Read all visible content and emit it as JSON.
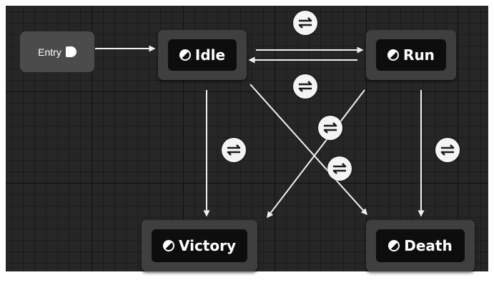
{
  "entry": {
    "label": "Entry",
    "icon": "entry-pin-icon"
  },
  "states": {
    "idle": {
      "label": "Idle",
      "icon": "state-icon"
    },
    "run": {
      "label": "Run",
      "icon": "state-icon"
    },
    "victory": {
      "label": "Victory",
      "icon": "state-icon"
    },
    "death": {
      "label": "Death",
      "icon": "state-icon"
    }
  },
  "transitions": [
    {
      "from": "Entry",
      "to": "Idle"
    },
    {
      "from": "Idle",
      "to": "Run",
      "icon": "transition-rule-icon"
    },
    {
      "from": "Run",
      "to": "Idle",
      "icon": "transition-rule-icon"
    },
    {
      "from": "Idle",
      "to": "Victory",
      "icon": "transition-rule-icon"
    },
    {
      "from": "Idle",
      "to": "Death",
      "icon": "transition-rule-icon"
    },
    {
      "from": "Run",
      "to": "Victory",
      "icon": "transition-rule-icon"
    },
    {
      "from": "Run",
      "to": "Death",
      "icon": "transition-rule-icon"
    }
  ],
  "colors": {
    "graph_background": "#262626",
    "node_frame": "#3f3f3f",
    "node_inner": "#0d0d0d",
    "entry_node": "#4b4b4b",
    "wire": "#f0f0f0",
    "transition_icon": "#f4f4f4"
  }
}
